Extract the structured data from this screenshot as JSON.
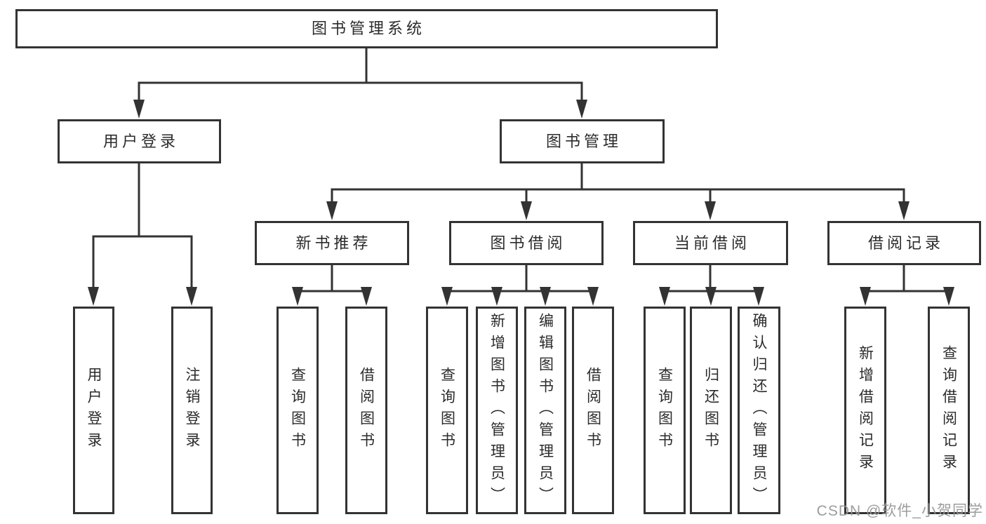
{
  "diagram": {
    "title": "图书管理系统",
    "nodes": [
      {
        "id": "root",
        "label": "图书管理系统",
        "parent": null
      },
      {
        "id": "user-login",
        "label": "用户登录",
        "parent": "root"
      },
      {
        "id": "book-mgmt",
        "label": "图书管理",
        "parent": "root"
      },
      {
        "id": "leaf-user-login",
        "label": "用户登录",
        "parent": "user-login"
      },
      {
        "id": "leaf-logout",
        "label": "注销登录",
        "parent": "user-login"
      },
      {
        "id": "new-book-rec",
        "label": "新书推荐",
        "parent": "book-mgmt"
      },
      {
        "id": "book-borrow",
        "label": "图书借阅",
        "parent": "book-mgmt"
      },
      {
        "id": "current-borrow",
        "label": "当前借阅",
        "parent": "book-mgmt"
      },
      {
        "id": "borrow-record",
        "label": "借阅记录",
        "parent": "book-mgmt"
      },
      {
        "id": "nb-query-book",
        "label": "查询图书",
        "parent": "new-book-rec"
      },
      {
        "id": "nb-borrow-book",
        "label": "借阅图书",
        "parent": "new-book-rec"
      },
      {
        "id": "bb-query-book",
        "label": "查询图书",
        "parent": "book-borrow"
      },
      {
        "id": "bb-add-book",
        "label": "新增图书（管理员）",
        "parent": "book-borrow"
      },
      {
        "id": "bb-edit-book",
        "label": "编辑图书（管理员）",
        "parent": "book-borrow"
      },
      {
        "id": "bb-borrow-book",
        "label": "借阅图书",
        "parent": "book-borrow"
      },
      {
        "id": "cb-query-book",
        "label": "查询图书",
        "parent": "current-borrow"
      },
      {
        "id": "cb-return-book",
        "label": "归还图书",
        "parent": "current-borrow"
      },
      {
        "id": "cb-confirm-return",
        "label": "确认归还（管理员）",
        "parent": "current-borrow"
      },
      {
        "id": "br-add-record",
        "label": "新增借阅记录",
        "parent": "borrow-record"
      },
      {
        "id": "br-query-record",
        "label": "查询借阅记录",
        "parent": "borrow-record"
      }
    ]
  },
  "watermark": {
    "text": "CSDN @软件_小贺同学"
  },
  "colors": {
    "line": "#333333",
    "box_border": "#333333",
    "box_background": "#ffffff",
    "text": "#2b2b2b",
    "watermark": "#989898",
    "page_background": "#ffffff"
  }
}
